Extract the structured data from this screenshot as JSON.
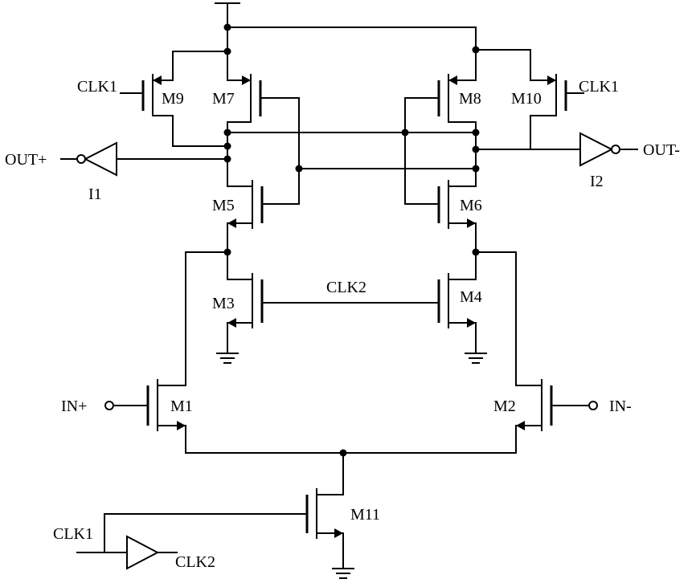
{
  "labels": {
    "m1": "M1",
    "m2": "M2",
    "m3": "M3",
    "m4": "M4",
    "m5": "M5",
    "m6": "M6",
    "m7": "M7",
    "m8": "M8",
    "m9": "M9",
    "m10": "M10",
    "m11": "M11",
    "clk1_left": "CLK1",
    "clk1_right": "CLK1",
    "clk1_bottom": "CLK1",
    "clk2_mid": "CLK2",
    "clk2_bottom": "CLK2",
    "out_plus": "OUT+",
    "out_minus": "OUT-",
    "in_plus": "IN+",
    "in_minus": "IN-",
    "i1": "I1",
    "i2": "I2"
  }
}
